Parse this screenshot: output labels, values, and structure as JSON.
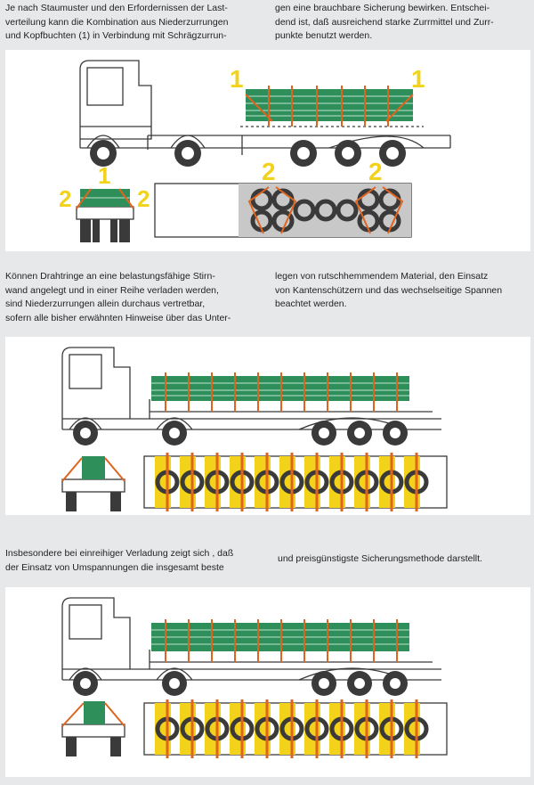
{
  "sections": [
    {
      "left": [
        "Je nach Staumuster und den Erfordernissen der Last-",
        "verteilung kann die Kombination aus Niederzurrungen",
        "und Kopfbuchten (1) in Verbindung mit Schrägzurrun-"
      ],
      "right": [
        "gen eine brauchbare Sicherung bewirken. Entschei-",
        "dend ist, daß ausreichend starke Zurrmittel und Zurr-",
        "punkte benutzt werden."
      ]
    },
    {
      "left": [
        "Können Drahtringe an eine belastungsfähige Stirn-",
        "wand angelegt und in einer Reihe verladen werden,",
        "sind Niederzurrungen allein durchaus vertretbar,",
        "sofern alle bisher erwähnten Hinweise über das Unter-"
      ],
      "right": [
        "legen von rutschhemmendem Material, den Einsatz",
        "von Kantenschützern und das wechselseitige Spannen",
        "beachtet werden."
      ]
    },
    {
      "left": [
        "Insbesondere bei einreihiger Verladung zeigt sich , daß",
        "der Einsatz von Umspannungen die insgesamt beste"
      ],
      "right": [
        "und preisgünstigste Sicherungsmethode darstellt."
      ]
    }
  ],
  "diagram1": {
    "label_top_left": "1",
    "label_top_right": "1",
    "label_front_center": "1",
    "label_front_left": "2",
    "label_front_right": "2",
    "label_plan_left": "2",
    "label_plan_right": "2"
  },
  "colors": {
    "line": "#3a3a3a",
    "cargo": "#2f8f5b",
    "strap": "#e0641e",
    "yellow": "#f2d21a",
    "gray_deck": "#c8c8c8",
    "background": "#e6e8ea"
  }
}
